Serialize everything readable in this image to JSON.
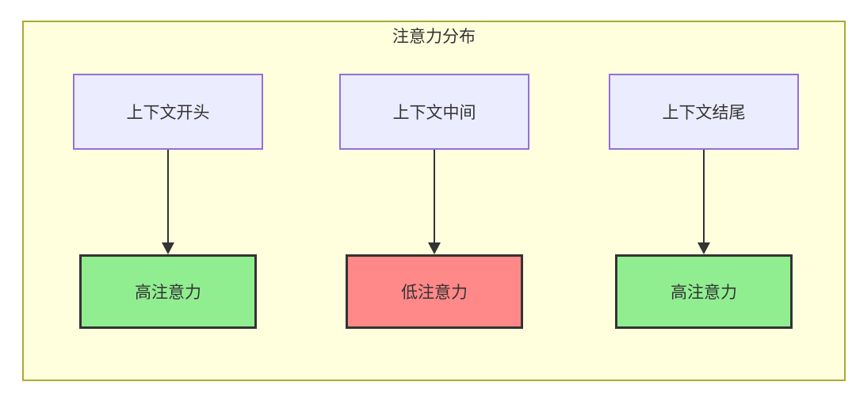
{
  "diagram": {
    "title": "注意力分布",
    "columns": [
      {
        "source": "上下文开头",
        "target": "高注意力",
        "level": "high",
        "target_bg": "#90ee90"
      },
      {
        "source": "上下文中间",
        "target": "低注意力",
        "level": "low",
        "target_bg": "#ff8888"
      },
      {
        "source": "上下文结尾",
        "target": "高注意力",
        "level": "high",
        "target_bg": "#90ee90"
      }
    ],
    "colors": {
      "container_bg": "#ffffde",
      "container_border": "#aaaa33",
      "source_bg": "#ececff",
      "source_border": "#9370db",
      "high_attention_bg": "#90ee90",
      "low_attention_bg": "#ff8888",
      "target_border": "#333333",
      "arrow": "#333333",
      "text": "#333333"
    }
  }
}
